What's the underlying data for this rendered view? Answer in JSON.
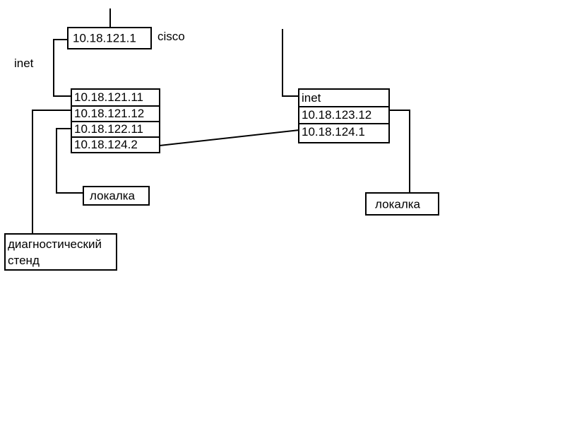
{
  "diagram": {
    "cisco_box": {
      "ip": "10.18.121.1",
      "caption": "cisco"
    },
    "inet_label": "inet",
    "router_left": {
      "rows": [
        "10.18.121.11",
        "10.18.121.12",
        "10.18.122.11",
        "10.18.124.2"
      ]
    },
    "router_right": {
      "rows": [
        "inet",
        "10.18.123.12",
        "10.18.124.1"
      ]
    },
    "lan_left": "локалка",
    "lan_right": "локалка",
    "diag_stand": {
      "line1": "диагностический",
      "line2": "стенд"
    }
  }
}
